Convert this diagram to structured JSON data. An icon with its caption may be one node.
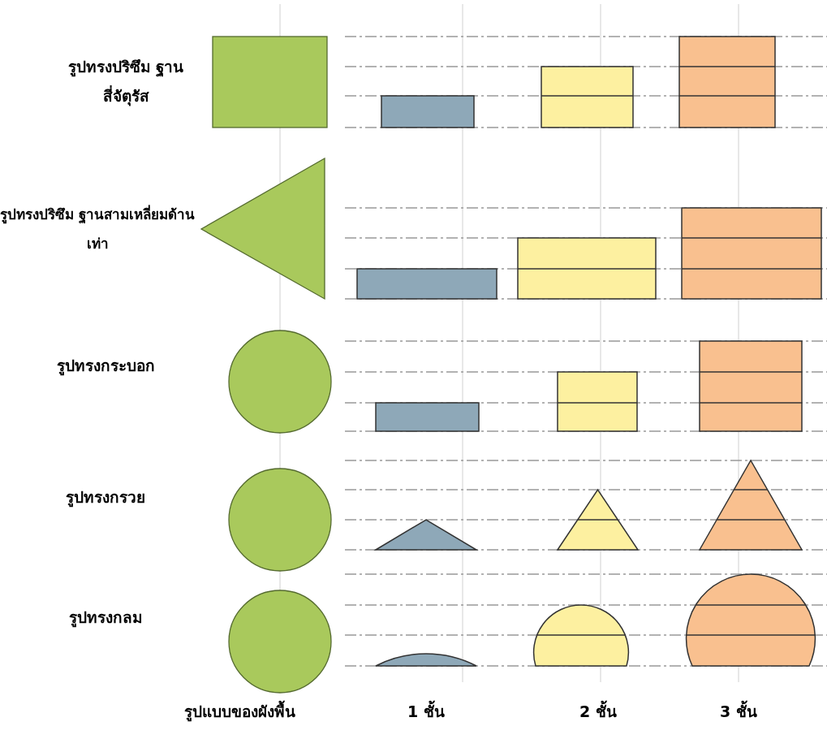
{
  "diagram": {
    "labels": [
      "รูปทรงปริซึม ฐานสี่จัตุรัส",
      "รูปทรงปริซึม ฐานสามเหลี่ยมด้านเท่า",
      "รูปทรงกระบอก",
      "รูปทรงกรวย",
      "รูปทรงกลม",
      "รูปแบบของผังพื้น",
      "1 ชั้น",
      "2 ชั้น",
      "3 ชั้น"
    ]
  }
}
